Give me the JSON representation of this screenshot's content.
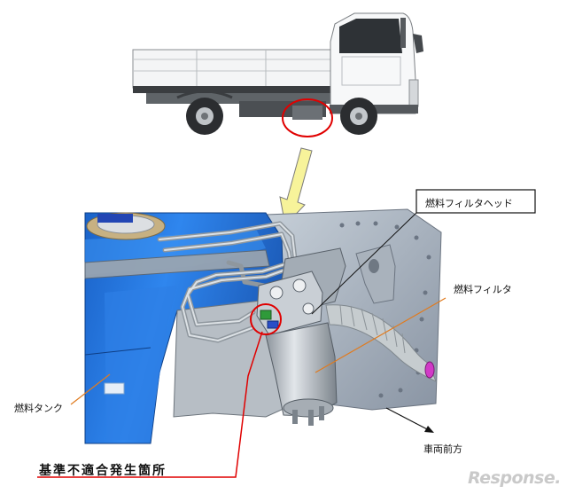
{
  "labels": {
    "filter_head": "燃料フィルタヘッド",
    "filter": "燃料フィルタ",
    "tank": "燃料タンク",
    "vehicle_front": "車両前方",
    "defect_location": "基準不適合発生箇所"
  },
  "watermark": "Response."
}
